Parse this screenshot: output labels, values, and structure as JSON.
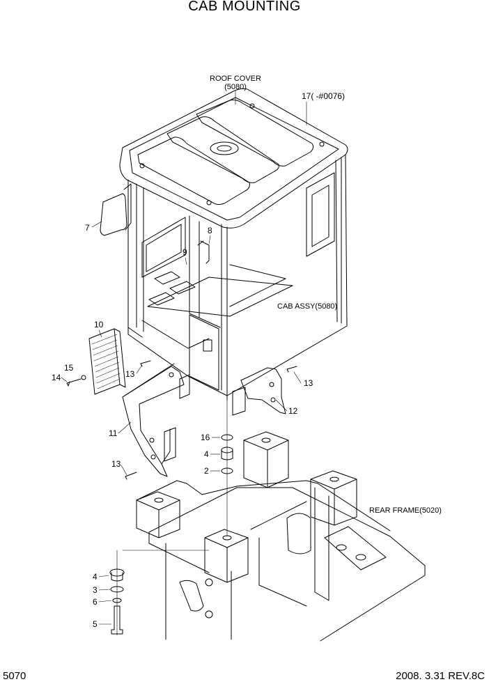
{
  "title": "CAB MOUNTING",
  "footer": {
    "page_code": "5070",
    "date_rev": "2008. 3.31  REV.8C"
  },
  "labels": {
    "roof_cover_name": "ROOF COVER",
    "roof_cover_code": "(5080)",
    "cab_assy": "CAB ASSY(5080)",
    "rear_frame": "REAR FRAME(5020)",
    "item_17": "17(  -#0076)"
  },
  "callouts": {
    "n7": "7",
    "n8": "8",
    "n9": "9",
    "n10": "10",
    "n11": "11",
    "n12": "12",
    "n13a": "13",
    "n13b": "13",
    "n13c": "13",
    "n14": "14",
    "n15": "15",
    "n16": "16",
    "n4a": "4",
    "n2": "2",
    "n4b": "4",
    "n3": "3",
    "n6": "6",
    "n5": "5"
  }
}
